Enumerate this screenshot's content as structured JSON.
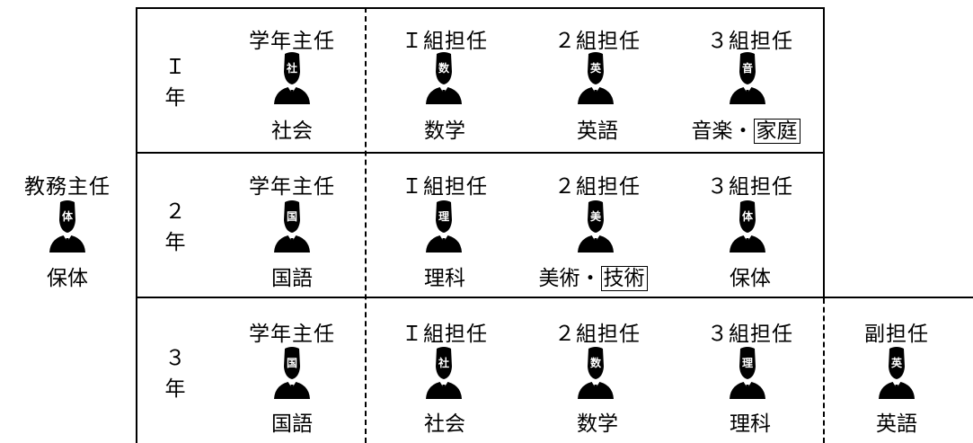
{
  "head_teacher": {
    "title": "教務主任",
    "icon": "体",
    "subject": "保体"
  },
  "grades": [
    {
      "label_top": "Ｉ",
      "label_bottom": "年",
      "teachers": [
        {
          "title": "学年主任",
          "icon": "社",
          "subject": "社会"
        },
        {
          "title": "Ｉ組担任",
          "icon": "数",
          "subject": "数学"
        },
        {
          "title": "２組担任",
          "icon": "英",
          "subject": "英語"
        },
        {
          "title": "３組担任",
          "icon": "音",
          "subject_plain": "音楽・",
          "subject_boxed": "家庭"
        }
      ]
    },
    {
      "label_top": "２",
      "label_bottom": "年",
      "teachers": [
        {
          "title": "学年主任",
          "icon": "国",
          "subject": "国語"
        },
        {
          "title": "Ｉ組担任",
          "icon": "理",
          "subject": "理科"
        },
        {
          "title": "２組担任",
          "icon": "美",
          "subject_plain": "美術・",
          "subject_boxed": "技術"
        },
        {
          "title": "３組担任",
          "icon": "体",
          "subject": "保体"
        }
      ]
    },
    {
      "label_top": "３",
      "label_bottom": "年",
      "teachers": [
        {
          "title": "学年主任",
          "icon": "国",
          "subject": "国語"
        },
        {
          "title": "Ｉ組担任",
          "icon": "社",
          "subject": "社会"
        },
        {
          "title": "２組担任",
          "icon": "数",
          "subject": "数学"
        },
        {
          "title": "３組担任",
          "icon": "理",
          "subject": "理科"
        },
        {
          "title": "副担任",
          "icon": "英",
          "subject": "英語"
        }
      ]
    }
  ]
}
